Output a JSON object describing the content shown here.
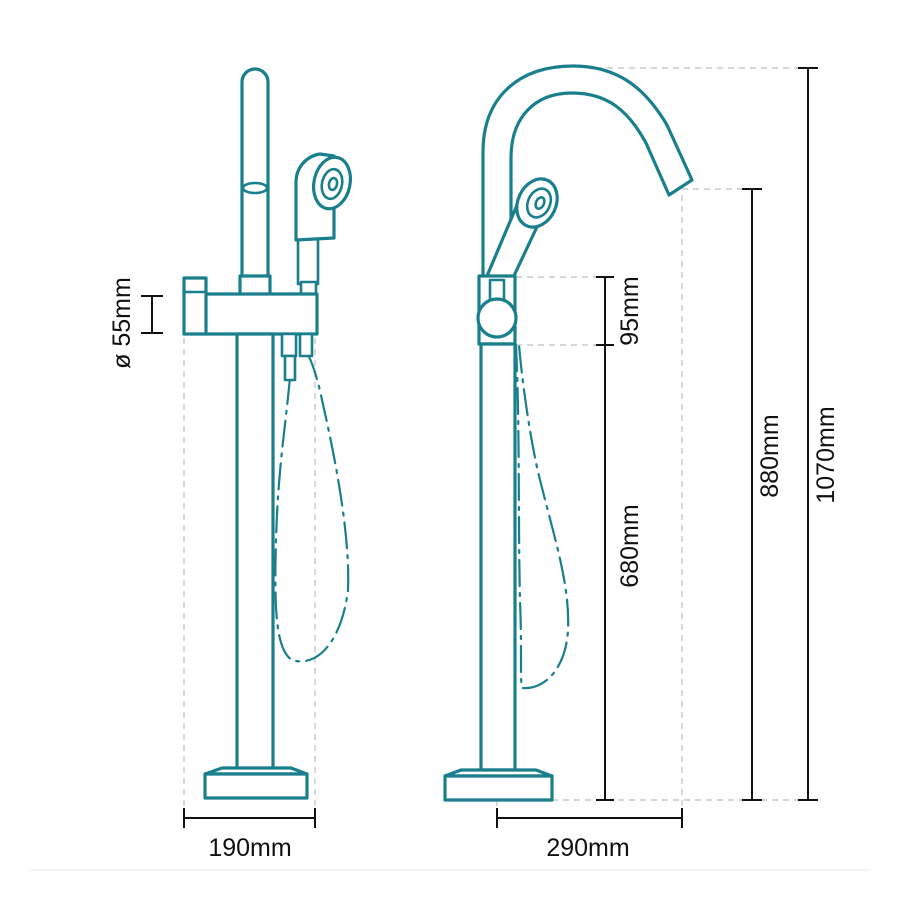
{
  "colors": {
    "outline": "#1a7f8d",
    "dimension_line": "#111111",
    "guide_line": "#c8c8c8"
  },
  "dimensions": {
    "pipe_diameter": "ø 55mm",
    "base_width_front": "190mm",
    "spout_reach": "290mm",
    "handle_height": "95mm",
    "floor_to_handle": "680mm",
    "floor_to_spout_outlet": "880mm",
    "total_height": "1070mm"
  }
}
